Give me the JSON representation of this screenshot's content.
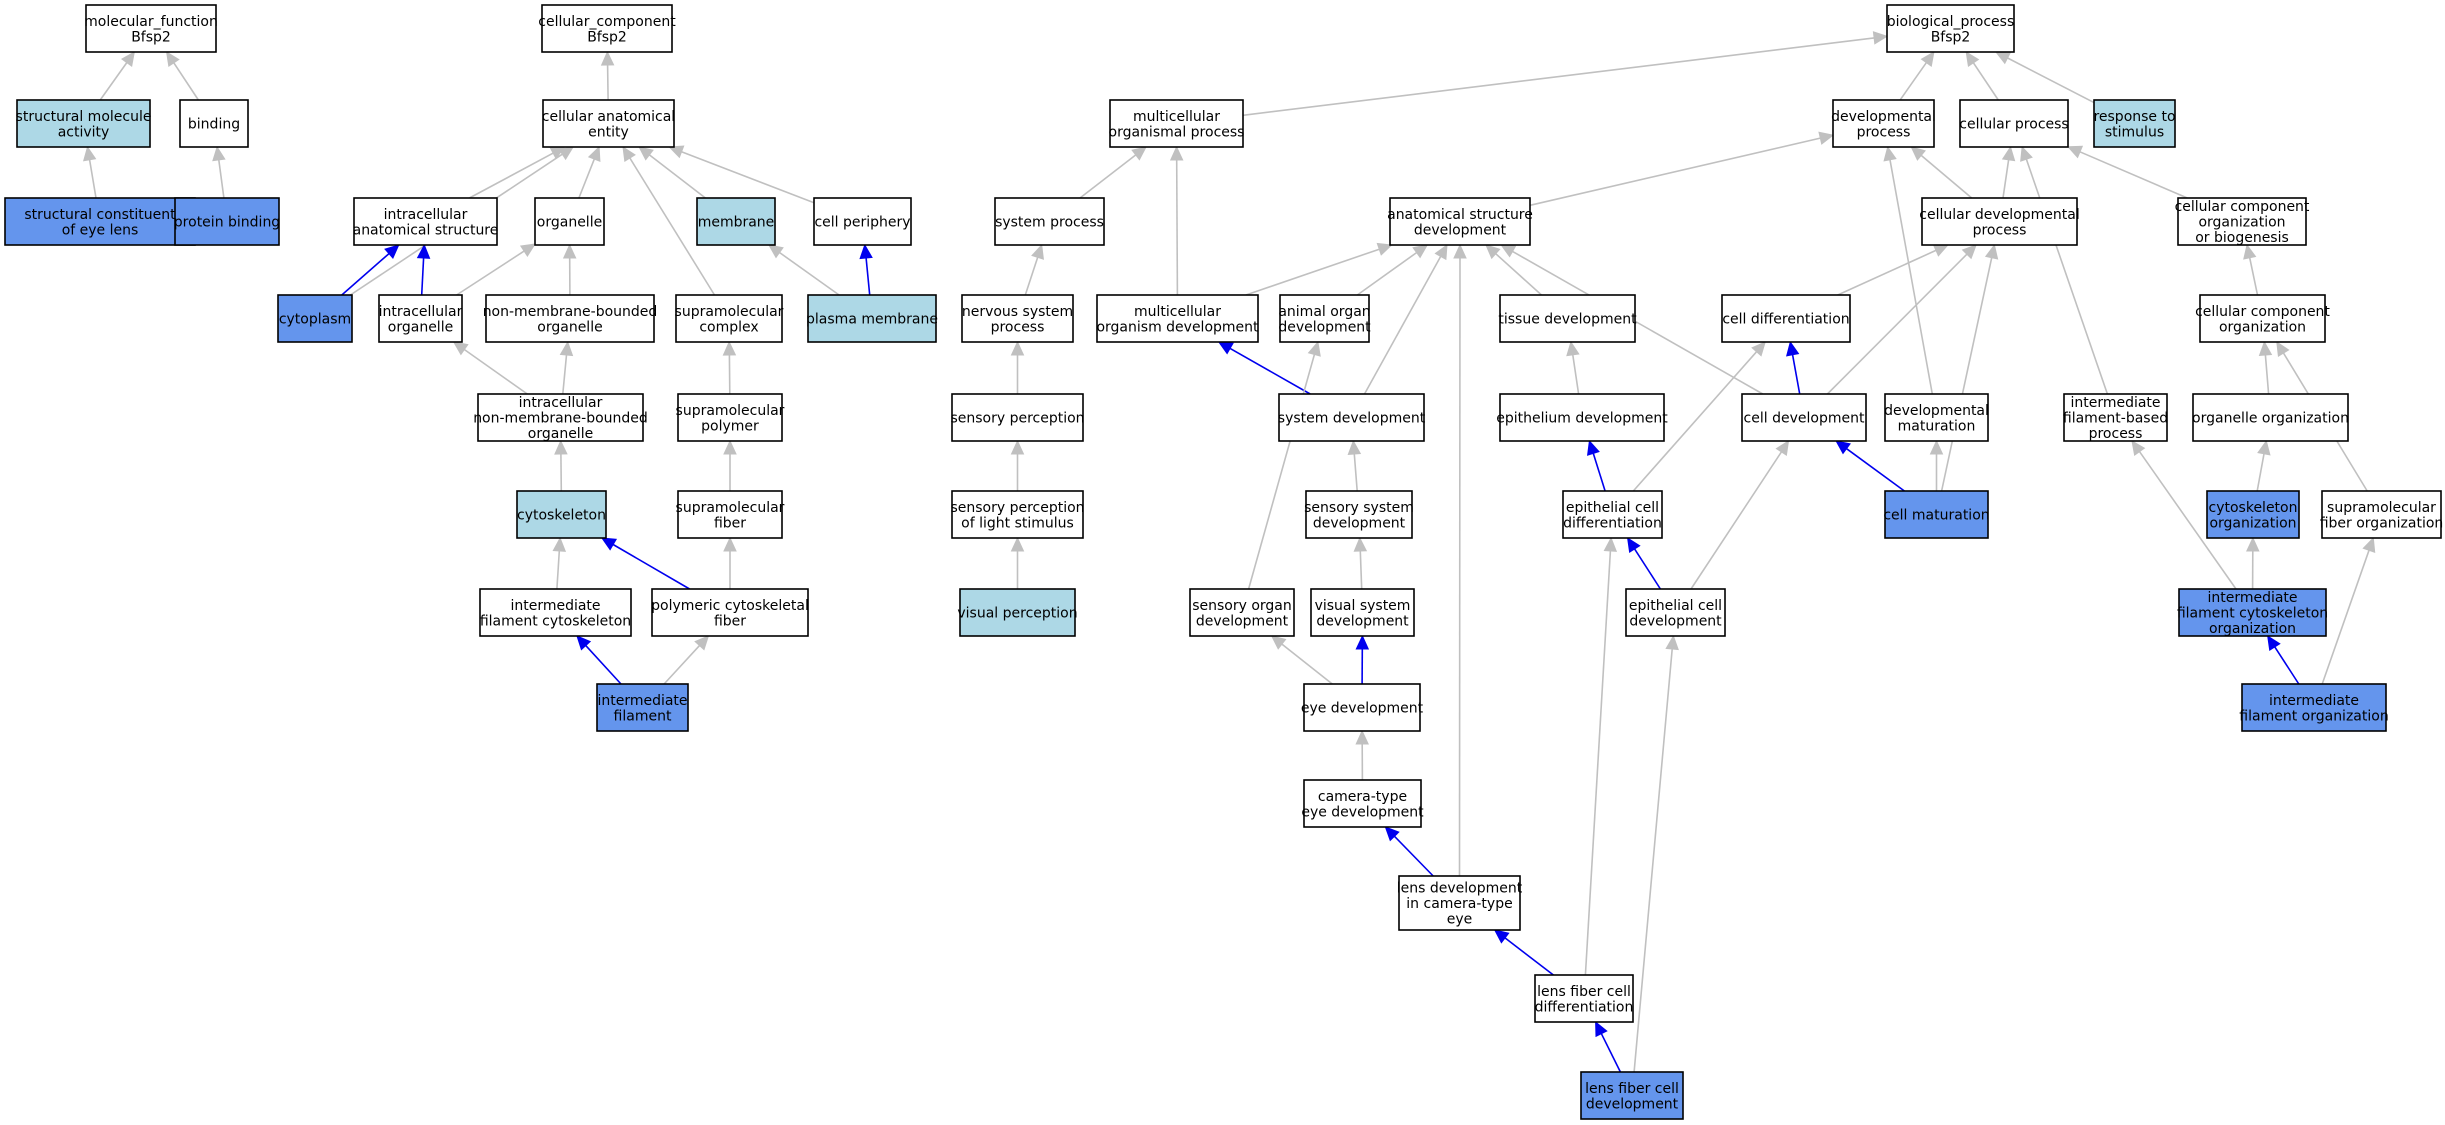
{
  "colors": {
    "default_fill": "#ffffff",
    "light_fill": "#add8e6",
    "dark_fill": "#6495ed",
    "gray_edge": "#c0c0c0",
    "blue_edge": "#0000ee"
  },
  "nodes": [
    {
      "id": "mf",
      "lines": [
        "molecular_function",
        "Bfsp2"
      ],
      "fill": "default"
    },
    {
      "id": "cc",
      "lines": [
        "cellular_component",
        "Bfsp2"
      ],
      "fill": "default"
    },
    {
      "id": "bp",
      "lines": [
        "biological_process",
        "Bfsp2"
      ],
      "fill": "default"
    },
    {
      "id": "sma",
      "lines": [
        "structural molecule",
        "activity"
      ],
      "fill": "light"
    },
    {
      "id": "binding",
      "lines": [
        "binding"
      ],
      "fill": "default"
    },
    {
      "id": "scel",
      "lines": [
        "structural constituent",
        "of eye lens"
      ],
      "fill": "dark"
    },
    {
      "id": "pbind",
      "lines": [
        "protein binding"
      ],
      "fill": "dark"
    },
    {
      "id": "cae",
      "lines": [
        "cellular anatomical",
        "entity"
      ],
      "fill": "default"
    },
    {
      "id": "ias",
      "lines": [
        "intracellular",
        "anatomical structure"
      ],
      "fill": "default"
    },
    {
      "id": "organelle",
      "lines": [
        "organelle"
      ],
      "fill": "default"
    },
    {
      "id": "membrane",
      "lines": [
        "membrane"
      ],
      "fill": "light"
    },
    {
      "id": "cperiph",
      "lines": [
        "cell periphery"
      ],
      "fill": "default"
    },
    {
      "id": "cytoplasm",
      "lines": [
        "cytoplasm"
      ],
      "fill": "dark"
    },
    {
      "id": "iorg",
      "lines": [
        "intracellular",
        "organelle"
      ],
      "fill": "default"
    },
    {
      "id": "nmbo",
      "lines": [
        "non-membrane-bounded",
        "organelle"
      ],
      "fill": "default"
    },
    {
      "id": "smcomplex",
      "lines": [
        "supramolecular",
        "complex"
      ],
      "fill": "default"
    },
    {
      "id": "pmem",
      "lines": [
        "plasma membrane"
      ],
      "fill": "light"
    },
    {
      "id": "inmbo",
      "lines": [
        "intracellular",
        "non-membrane-bounded",
        "organelle"
      ],
      "fill": "default"
    },
    {
      "id": "smpolymer",
      "lines": [
        "supramolecular",
        "polymer"
      ],
      "fill": "default"
    },
    {
      "id": "cytoskeleton",
      "lines": [
        "cytoskeleton"
      ],
      "fill": "light"
    },
    {
      "id": "smfiber",
      "lines": [
        "supramolecular",
        "fiber"
      ],
      "fill": "default"
    },
    {
      "id": "ifcyto",
      "lines": [
        "intermediate",
        "filament cytoskeleton"
      ],
      "fill": "default"
    },
    {
      "id": "pcf",
      "lines": [
        "polymeric cytoskeletal",
        "fiber"
      ],
      "fill": "default"
    },
    {
      "id": "ifil",
      "lines": [
        "intermediate",
        "filament"
      ],
      "fill": "dark"
    },
    {
      "id": "mop",
      "lines": [
        "multicellular",
        "organismal process"
      ],
      "fill": "default"
    },
    {
      "id": "sysproc",
      "lines": [
        "system process"
      ],
      "fill": "default"
    },
    {
      "id": "nsp",
      "lines": [
        "nervous system",
        "process"
      ],
      "fill": "default"
    },
    {
      "id": "sensp",
      "lines": [
        "sensory perception"
      ],
      "fill": "default"
    },
    {
      "id": "splight",
      "lines": [
        "sensory perception",
        "of light stimulus"
      ],
      "fill": "default"
    },
    {
      "id": "visperc",
      "lines": [
        "visual perception"
      ],
      "fill": "light"
    },
    {
      "id": "devproc",
      "lines": [
        "developmental",
        "process"
      ],
      "fill": "default"
    },
    {
      "id": "cellproc",
      "lines": [
        "cellular process"
      ],
      "fill": "default"
    },
    {
      "id": "rts",
      "lines": [
        "response to",
        "stimulus"
      ],
      "fill": "light"
    },
    {
      "id": "asd",
      "lines": [
        "anatomical structure",
        "development"
      ],
      "fill": "default"
    },
    {
      "id": "cdp",
      "lines": [
        "cellular developmental",
        "process"
      ],
      "fill": "default"
    },
    {
      "id": "ccob",
      "lines": [
        "cellular component",
        "organization",
        "or biogenesis"
      ],
      "fill": "default"
    },
    {
      "id": "mod",
      "lines": [
        "multicellular",
        "organism development"
      ],
      "fill": "default"
    },
    {
      "id": "aod",
      "lines": [
        "animal organ",
        "development"
      ],
      "fill": "default"
    },
    {
      "id": "tissdev",
      "lines": [
        "tissue development"
      ],
      "fill": "default"
    },
    {
      "id": "celldiff",
      "lines": [
        "cell differentiation"
      ],
      "fill": "default"
    },
    {
      "id": "cco",
      "lines": [
        "cellular component",
        "organization"
      ],
      "fill": "default"
    },
    {
      "id": "sysdev",
      "lines": [
        "system development"
      ],
      "fill": "default"
    },
    {
      "id": "epidev",
      "lines": [
        "epithelium development"
      ],
      "fill": "default"
    },
    {
      "id": "celldev",
      "lines": [
        "cell development"
      ],
      "fill": "default"
    },
    {
      "id": "devmat",
      "lines": [
        "developmental",
        "maturation"
      ],
      "fill": "default"
    },
    {
      "id": "ifbp",
      "lines": [
        "intermediate",
        "filament-based",
        "process"
      ],
      "fill": "default"
    },
    {
      "id": "orgorg",
      "lines": [
        "organelle organization"
      ],
      "fill": "default"
    },
    {
      "id": "ssd",
      "lines": [
        "sensory system",
        "development"
      ],
      "fill": "default"
    },
    {
      "id": "ecd",
      "lines": [
        "epithelial cell",
        "differentiation"
      ],
      "fill": "default"
    },
    {
      "id": "cellmat",
      "lines": [
        "cell maturation"
      ],
      "fill": "dark"
    },
    {
      "id": "cytoorg",
      "lines": [
        "cytoskeleton",
        "organization"
      ],
      "fill": "dark"
    },
    {
      "id": "smfo",
      "lines": [
        "supramolecular",
        "fiber organization"
      ],
      "fill": "default"
    },
    {
      "id": "sod",
      "lines": [
        "sensory organ",
        "development"
      ],
      "fill": "default"
    },
    {
      "id": "vsd",
      "lines": [
        "visual system",
        "development"
      ],
      "fill": "default"
    },
    {
      "id": "ecdev",
      "lines": [
        "epithelial cell",
        "development"
      ],
      "fill": "default"
    },
    {
      "id": "ifco",
      "lines": [
        "intermediate",
        "filament cytoskeleton",
        "organization"
      ],
      "fill": "dark"
    },
    {
      "id": "eyedev",
      "lines": [
        "eye development"
      ],
      "fill": "default"
    },
    {
      "id": "ifo",
      "lines": [
        "intermediate",
        "filament organization"
      ],
      "fill": "dark"
    },
    {
      "id": "cted",
      "lines": [
        "camera-type",
        "eye development"
      ],
      "fill": "default"
    },
    {
      "id": "ldcte",
      "lines": [
        "lens development",
        "in camera-type",
        "eye"
      ],
      "fill": "default"
    },
    {
      "id": "lfcd",
      "lines": [
        "lens fiber cell",
        "differentiation"
      ],
      "fill": "default"
    },
    {
      "id": "lfcdev",
      "lines": [
        "lens fiber cell",
        "development"
      ],
      "fill": "dark"
    }
  ],
  "edges": [
    {
      "from": "sma",
      "to": "mf",
      "type": "gray"
    },
    {
      "from": "binding",
      "to": "mf",
      "type": "gray"
    },
    {
      "from": "scel",
      "to": "sma",
      "type": "gray"
    },
    {
      "from": "pbind",
      "to": "binding",
      "type": "gray"
    },
    {
      "from": "cae",
      "to": "cc",
      "type": "gray"
    },
    {
      "from": "ias",
      "to": "cae",
      "type": "gray"
    },
    {
      "from": "organelle",
      "to": "cae",
      "type": "gray"
    },
    {
      "from": "membrane",
      "to": "cae",
      "type": "gray"
    },
    {
      "from": "cperiph",
      "to": "cae",
      "type": "gray"
    },
    {
      "from": "cytoplasm",
      "to": "cae",
      "type": "gray"
    },
    {
      "from": "smcomplex",
      "to": "cae",
      "type": "gray"
    },
    {
      "from": "cytoplasm",
      "to": "ias",
      "type": "blue"
    },
    {
      "from": "iorg",
      "to": "ias",
      "type": "blue"
    },
    {
      "from": "iorg",
      "to": "organelle",
      "type": "gray"
    },
    {
      "from": "nmbo",
      "to": "organelle",
      "type": "gray"
    },
    {
      "from": "pmem",
      "to": "membrane",
      "type": "gray"
    },
    {
      "from": "pmem",
      "to": "cperiph",
      "type": "blue"
    },
    {
      "from": "inmbo",
      "to": "iorg",
      "type": "gray"
    },
    {
      "from": "inmbo",
      "to": "nmbo",
      "type": "gray"
    },
    {
      "from": "smpolymer",
      "to": "smcomplex",
      "type": "gray"
    },
    {
      "from": "cytoskeleton",
      "to": "inmbo",
      "type": "gray"
    },
    {
      "from": "smfiber",
      "to": "smpolymer",
      "type": "gray"
    },
    {
      "from": "ifcyto",
      "to": "cytoskeleton",
      "type": "gray"
    },
    {
      "from": "pcf",
      "to": "cytoskeleton",
      "type": "blue"
    },
    {
      "from": "pcf",
      "to": "smfiber",
      "type": "gray"
    },
    {
      "from": "ifil",
      "to": "ifcyto",
      "type": "blue"
    },
    {
      "from": "ifil",
      "to": "pcf",
      "type": "gray"
    },
    {
      "from": "mop",
      "to": "bp",
      "type": "gray"
    },
    {
      "from": "devproc",
      "to": "bp",
      "type": "gray"
    },
    {
      "from": "cellproc",
      "to": "bp",
      "type": "gray"
    },
    {
      "from": "rts",
      "to": "bp",
      "type": "gray"
    },
    {
      "from": "sysproc",
      "to": "mop",
      "type": "gray"
    },
    {
      "from": "mod",
      "to": "mop",
      "type": "gray"
    },
    {
      "from": "nsp",
      "to": "sysproc",
      "type": "gray"
    },
    {
      "from": "sensp",
      "to": "nsp",
      "type": "gray"
    },
    {
      "from": "splight",
      "to": "sensp",
      "type": "gray"
    },
    {
      "from": "visperc",
      "to": "splight",
      "type": "gray"
    },
    {
      "from": "asd",
      "to": "devproc",
      "type": "gray"
    },
    {
      "from": "cdp",
      "to": "devproc",
      "type": "gray"
    },
    {
      "from": "devmat",
      "to": "devproc",
      "type": "gray"
    },
    {
      "from": "cdp",
      "to": "cellproc",
      "type": "gray"
    },
    {
      "from": "ccob",
      "to": "cellproc",
      "type": "gray"
    },
    {
      "from": "ifbp",
      "to": "cellproc",
      "type": "gray"
    },
    {
      "from": "mod",
      "to": "asd",
      "type": "gray"
    },
    {
      "from": "aod",
      "to": "asd",
      "type": "gray"
    },
    {
      "from": "tissdev",
      "to": "asd",
      "type": "gray"
    },
    {
      "from": "sysdev",
      "to": "asd",
      "type": "gray"
    },
    {
      "from": "celldev",
      "to": "asd",
      "type": "gray"
    },
    {
      "from": "ldcte",
      "to": "asd",
      "type": "gray"
    },
    {
      "from": "celldiff",
      "to": "cdp",
      "type": "gray"
    },
    {
      "from": "celldev",
      "to": "cdp",
      "type": "gray"
    },
    {
      "from": "cellmat",
      "to": "cdp",
      "type": "gray"
    },
    {
      "from": "cco",
      "to": "ccob",
      "type": "gray"
    },
    {
      "from": "sysdev",
      "to": "mod",
      "type": "blue"
    },
    {
      "from": "sod",
      "to": "aod",
      "type": "gray"
    },
    {
      "from": "epidev",
      "to": "tissdev",
      "type": "gray"
    },
    {
      "from": "celldev",
      "to": "celldiff",
      "type": "blue"
    },
    {
      "from": "ecd",
      "to": "celldiff",
      "type": "gray"
    },
    {
      "from": "orgorg",
      "to": "cco",
      "type": "gray"
    },
    {
      "from": "smfo",
      "to": "cco",
      "type": "gray"
    },
    {
      "from": "ssd",
      "to": "sysdev",
      "type": "gray"
    },
    {
      "from": "ecd",
      "to": "epidev",
      "type": "blue"
    },
    {
      "from": "cellmat",
      "to": "celldev",
      "type": "blue"
    },
    {
      "from": "ecdev",
      "to": "celldev",
      "type": "gray"
    },
    {
      "from": "cellmat",
      "to": "devmat",
      "type": "gray"
    },
    {
      "from": "ifco",
      "to": "ifbp",
      "type": "gray"
    },
    {
      "from": "cytoorg",
      "to": "orgorg",
      "type": "gray"
    },
    {
      "from": "vsd",
      "to": "ssd",
      "type": "gray"
    },
    {
      "from": "ecdev",
      "to": "ecd",
      "type": "blue"
    },
    {
      "from": "lfcd",
      "to": "ecd",
      "type": "gray"
    },
    {
      "from": "ifco",
      "to": "cytoorg",
      "type": "gray"
    },
    {
      "from": "ifo",
      "to": "smfo",
      "type": "gray"
    },
    {
      "from": "eyedev",
      "to": "sod",
      "type": "gray"
    },
    {
      "from": "eyedev",
      "to": "vsd",
      "type": "blue"
    },
    {
      "from": "lfcdev",
      "to": "ecdev",
      "type": "gray"
    },
    {
      "from": "ifo",
      "to": "ifco",
      "type": "blue"
    },
    {
      "from": "cted",
      "to": "eyedev",
      "type": "gray"
    },
    {
      "from": "ldcte",
      "to": "cted",
      "type": "blue"
    },
    {
      "from": "lfcd",
      "to": "ldcte",
      "type": "blue"
    },
    {
      "from": "lfcdev",
      "to": "lfcd",
      "type": "blue"
    }
  ]
}
